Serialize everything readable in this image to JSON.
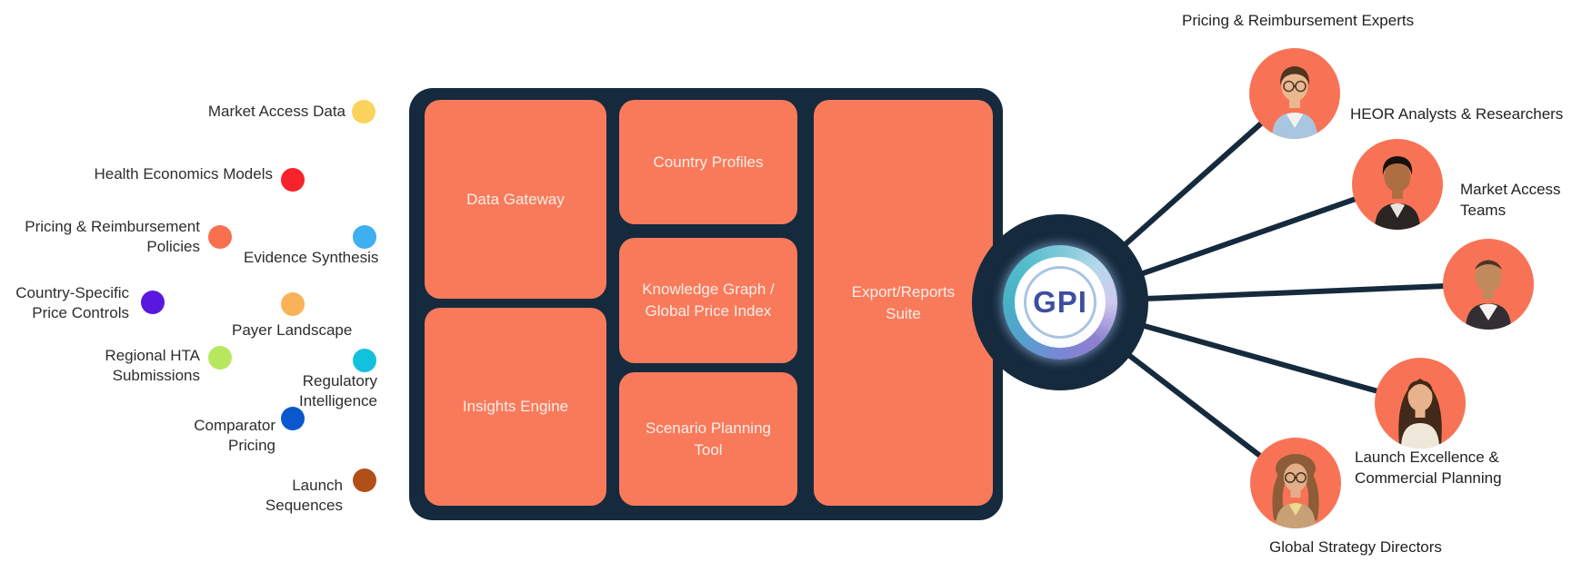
{
  "diagram": {
    "title": "GPI platform ecosystem diagram",
    "colors": {
      "panel_navy": "#152a3d",
      "module_orange": "#f97a5b",
      "avatar_orange": "#f87355",
      "connector": "#152a3d",
      "logo_text_blue": "#3d4fa1"
    }
  },
  "sources": {
    "items": [
      {
        "label": "Market Access Data",
        "color": "#fbd35c"
      },
      {
        "label": "Health Economics Models",
        "color": "#f7232b"
      },
      {
        "label": "Pricing & Reimbursement\nPolicies",
        "color": "#f8704e"
      },
      {
        "label": "Evidence Synthesis",
        "color": "#3eaff0"
      },
      {
        "label": "Country-Specific\nPrice Controls",
        "color": "#5a18df"
      },
      {
        "label": "Payer Landscape",
        "color": "#f9b258"
      },
      {
        "label": "Regional HTA\nSubmissions",
        "color": "#b7e75f"
      },
      {
        "label": "Regulatory\nIntelligence",
        "color": "#12c2dc"
      },
      {
        "label": "Comparator\nPricing",
        "color": "#0a58ce"
      },
      {
        "label": "Launch\nSequences",
        "color": "#b14f18"
      }
    ]
  },
  "platform": {
    "modules": [
      {
        "label": "Data Gateway"
      },
      {
        "label": "Country Profiles"
      },
      {
        "label": "Knowledge Graph /\nGlobal Price Index"
      },
      {
        "label": "Insights Engine"
      },
      {
        "label": "Scenario Planning\nTool"
      },
      {
        "label": "Export/Reports\nSuite"
      }
    ],
    "logo": {
      "text": "GPI"
    }
  },
  "personas": {
    "items": [
      {
        "label": "Pricing & Reimbursement Experts",
        "avatar": "man-beard-glasses-denim-shirt"
      },
      {
        "label": "HEOR Analysts & Researchers",
        "avatar": "man-black-hair-dark-suit"
      },
      {
        "label": "Market Access\nTeams",
        "avatar": "man-shaved-head-blazer"
      },
      {
        "label": "Launch Excellence &\nCommercial Planning",
        "avatar": "woman-long-dark-hair"
      },
      {
        "label": "Global Strategy Directors",
        "avatar": "woman-curly-hair-glasses"
      }
    ]
  }
}
